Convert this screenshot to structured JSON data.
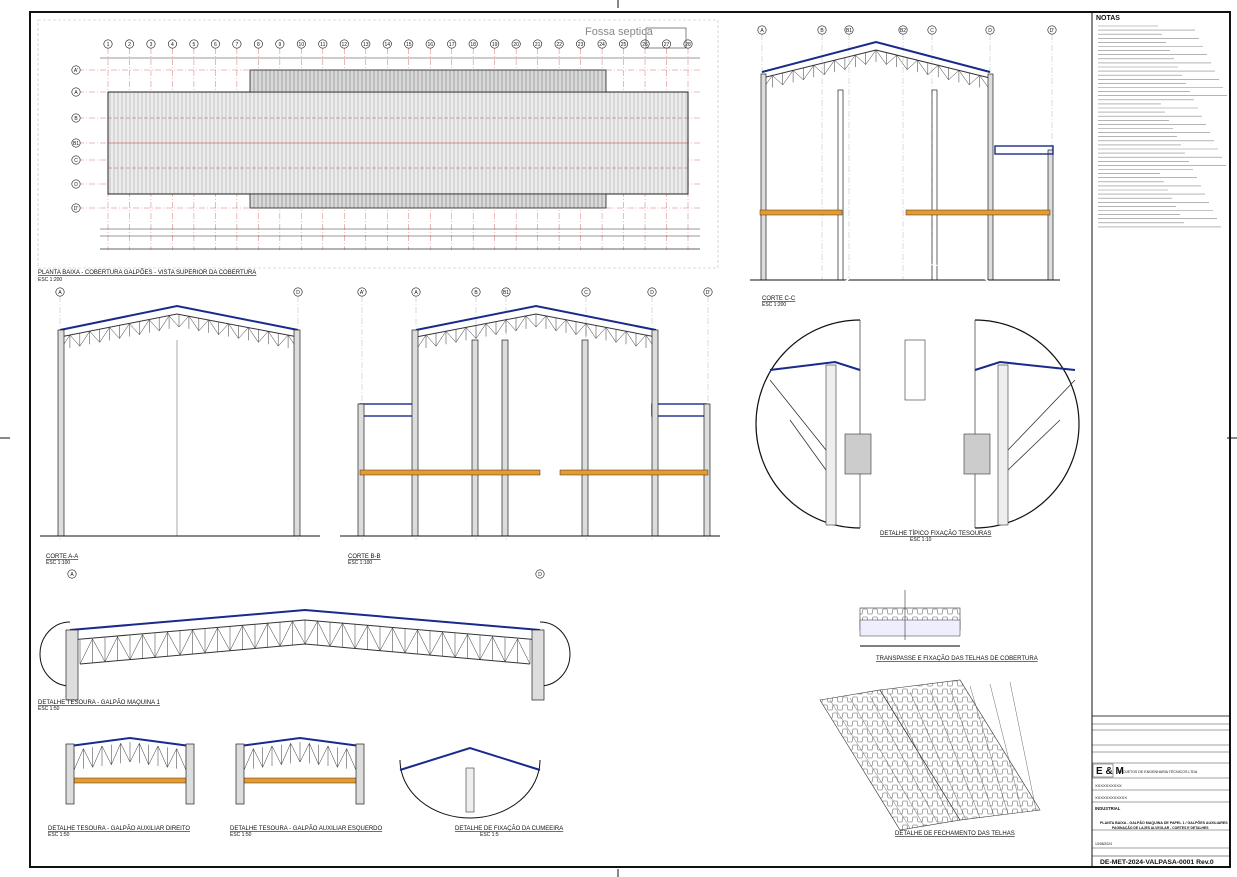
{
  "drawing": {
    "top_plan": {
      "title": "PLANTA BAIXA - COBERTURA GALPÕES - VISTA SUPERIOR DA COBERTURA",
      "scale": "ESC 1:200",
      "annotation": "Fossa septica",
      "column_axes": [
        "1",
        "2",
        "3",
        "4",
        "5",
        "6",
        "7",
        "8",
        "9",
        "10",
        "11",
        "12",
        "13",
        "14",
        "15",
        "16",
        "17",
        "18",
        "19",
        "20",
        "21",
        "22",
        "23",
        "24",
        "25",
        "26",
        "27",
        "28"
      ],
      "row_axes": [
        "A'",
        "A",
        "B",
        "B1",
        "C",
        "D",
        "D'"
      ]
    },
    "section_cc": {
      "title": "CORTE C-C",
      "scale": "ESC 1:200",
      "axes": [
        "A",
        "B",
        "B1",
        "B2",
        "C",
        "D",
        "D'"
      ]
    },
    "section_aa": {
      "title": "CORTE A-A",
      "scale": "ESC 1:100",
      "axes": [
        "A",
        "D"
      ]
    },
    "section_bb": {
      "title": "CORTE B-B",
      "scale": "ESC 1:100",
      "axes": [
        "A'",
        "A",
        "B",
        "B1",
        "C",
        "D",
        "D'"
      ]
    },
    "detail_fixing": {
      "title": "DETALHE TÍPICO FIXAÇÃO TESOURAS",
      "scale": "ESC 1:10"
    },
    "detail_truss_main": {
      "title": "DETALHE TESOURA - GALPÃO MAQUINA 1",
      "scale": "ESC 1:50",
      "axes": [
        "A",
        "D"
      ]
    },
    "detail_overlap": {
      "title": "TRANSPASSE E FIXAÇÃO DAS TELHAS DE COBERTURA"
    },
    "detail_aux_right": {
      "title": "DETALHE TESOURA - GALPÃO AUXILIAR DIREITO",
      "scale": "ESC 1:50"
    },
    "detail_aux_left": {
      "title": "DETALHE TESOURA - GALPÃO AUXILIAR ESQUERDO",
      "scale": "ESC 1:50"
    },
    "detail_ridge": {
      "title": "DETALHE DE FIXAÇÃO DA CUMEEIRA",
      "scale": "ESC 1:5"
    },
    "detail_closure": {
      "title": "DETALHE DE FECHAMENTO DAS TELHAS"
    }
  },
  "notes": {
    "heading": "NOTAS"
  },
  "title_block": {
    "company": "E & M",
    "company_subtitle": "PROJETOS DE ENGENHARIA TÉCNICOS LTDA",
    "responsible_placeholder": "XXXXXXXXXX",
    "client_placeholder": "XXXXXXXXXXXX",
    "segment": "INDUSTRIAL",
    "sheet_title": "PLANTA BAIXA - GALPÃO MAQUINA DE PAPEL 1 / GALPÕES AUXILIARES",
    "sheet_subtitle": "PAGINAÇÃO DE LAJES ALVEOLAR - CORTES E DETALHES",
    "date": "13/08/2024",
    "drawing_number": "DE-MET-2024-VALPASA-0001 Rev.0"
  }
}
